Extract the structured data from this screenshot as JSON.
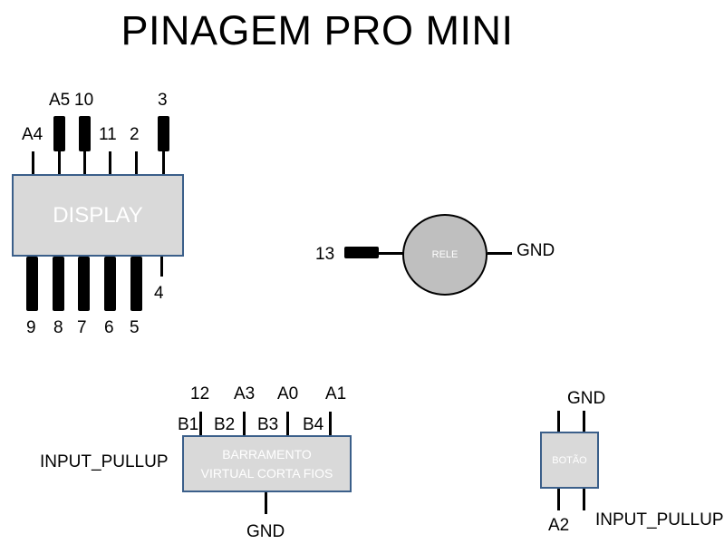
{
  "title": "PINAGEM PRO MINI",
  "display": {
    "label": "DISPLAY",
    "top_pins": [
      "A4",
      "A5",
      "10",
      "11",
      "2",
      "3"
    ],
    "bottom_pins": [
      "9",
      "8",
      "7",
      "6",
      "5",
      "4"
    ]
  },
  "rele": {
    "label": "RELE",
    "left_pin": "13",
    "right_pin": "GND"
  },
  "barramento": {
    "label_line1": "BARRAMENTO",
    "label_line2": "VIRTUAL CORTA FIOS",
    "side_label": "INPUT_PULLUP",
    "top_pins": [
      "12",
      "A3",
      "A0",
      "A1"
    ],
    "bus_labels": [
      "B1",
      "B2",
      "B3",
      "B4"
    ],
    "bottom_pin": "GND"
  },
  "botao": {
    "label": "BOTÃO",
    "top_pin": "GND",
    "bottom_left_pin": "A2",
    "bottom_right_pin": "INPUT_PULLUP"
  }
}
